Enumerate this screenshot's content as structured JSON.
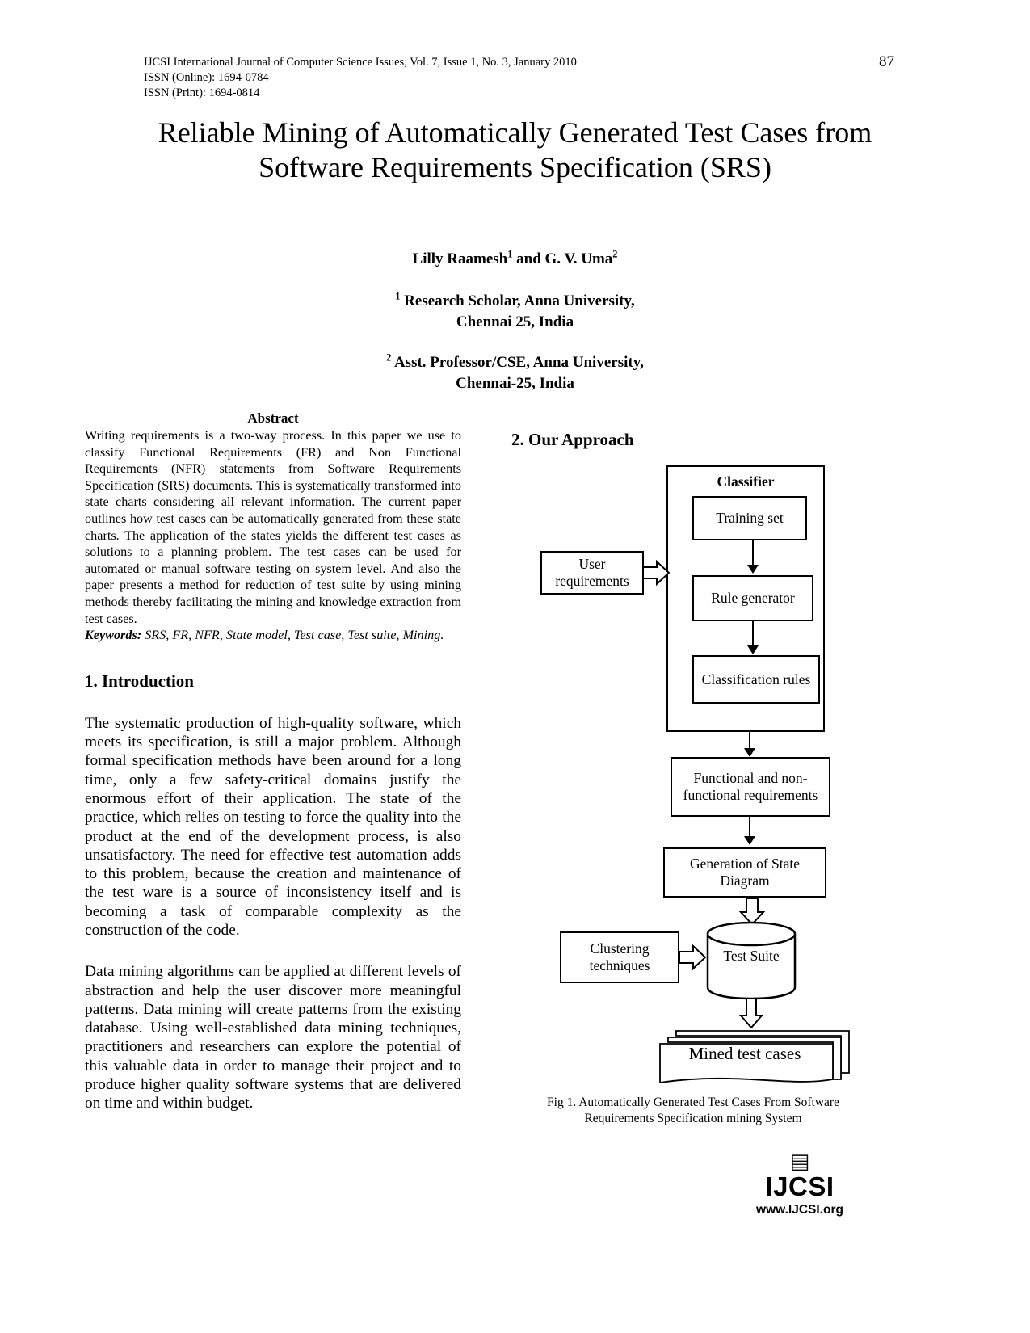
{
  "header": {
    "journal_line": "IJCSI International Journal of Computer Science Issues, Vol. 7, Issue 1, No. 3, January 2010",
    "issn_online": "ISSN (Online): 1694-0784",
    "issn_print": "ISSN (Print): 1694-0814",
    "page_number": "87"
  },
  "title": "Reliable Mining of Automatically Generated Test Cases from Software Requirements Specification (SRS)",
  "authors": {
    "name1": "Lilly Raamesh",
    "sup1": "1",
    "conjunction": " and ",
    "name2": "G. V. Uma",
    "sup2": "2",
    "affiliation1_marker": "1",
    "affiliation1_line1": " Research Scholar, Anna University,",
    "affiliation1_line2": "Chennai 25, India",
    "affiliation2_marker": "2",
    "affiliation2_line1": " Asst. Professor/CSE, Anna University,",
    "affiliation2_line2": "Chennai-25, India"
  },
  "abstract": {
    "heading": "Abstract",
    "body": "Writing requirements is a two-way process. In this paper we use to classify Functional Requirements (FR) and Non Functional Requirements (NFR) statements from Software Requirements Specification (SRS) documents. This is systematically transformed into state charts considering all relevant information. The current paper outlines how test cases can be automatically generated from these state charts. The application of the states yields the different test cases as solutions to a planning problem. The test cases can be used for automated or manual software testing on system level.  And also the paper presents a method for reduction of test suite by using mining methods thereby facilitating the mining and knowledge extraction from test cases.",
    "keywords_label": "Keywords:",
    "keywords_value": " SRS, FR, NFR, State model, Test case, Test suite, Mining."
  },
  "sections": {
    "introduction_heading": "1. Introduction",
    "introduction_para1": "The systematic production of high-quality software, which meets its specification, is still a major problem. Although formal specification methods have been around for a long time, only a few safety-critical domains justify the enormous effort of their application. The state of the practice, which relies on testing to force the quality into the product at the end of the development process, is also unsatisfactory. The need for effective test automation adds to this problem, because the creation and maintenance of the test ware is a source of inconsistency itself and is becoming a task of comparable complexity as the construction of the code.",
    "introduction_para2": "Data mining algorithms can be applied at different levels of abstraction and help the user discover more meaningful patterns. Data mining will create patterns from the existing database. Using well-established data mining techniques, practitioners and researchers can explore the potential of this valuable data in order to manage their project and to produce higher quality software systems that are delivered on time and within budget.",
    "approach_heading": "2. Our Approach"
  },
  "figure": {
    "classifier_title": "Classifier",
    "node_training_set": "Training set",
    "node_rule_generator": "Rule generator",
    "node_classification_rules": "Classification rules",
    "node_user_requirements": "User requirements",
    "node_functional_nonfunctional": "Functional and non-functional requirements",
    "node_generation_state_diagram": "Generation of State Diagram",
    "node_clustering_techniques": "Clustering techniques",
    "node_test_suite": "Test Suite",
    "node_mined_test_cases": "Mined test cases",
    "caption_line1": "Fig 1. Automatically Generated Test Cases From Software",
    "caption_line2": "Requirements Specification mining System"
  },
  "footer": {
    "logo_glyph": "▤",
    "logo_text": "IJCSI",
    "logo_url": "www.IJCSI.org"
  },
  "colors": {
    "ink": "#000000",
    "paper": "#ffffff"
  }
}
